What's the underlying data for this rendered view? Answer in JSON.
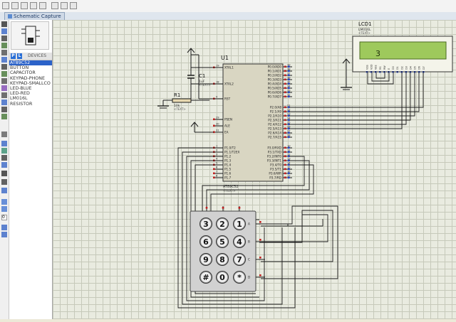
{
  "tab": {
    "title": "Schematic Capture"
  },
  "panel": {
    "p_btn": "P",
    "l_btn": "L",
    "heading": "DEVICES"
  },
  "devices": [
    "AT89C52",
    "BUTTON",
    "CAPACITOR",
    "KEYPAD-PHONE",
    "KEYPAD-SMALLCO",
    "LED-BLUE",
    "LED-RED",
    "LM016L",
    "RESISTOR"
  ],
  "tool_icons": [
    "selection-arrow-icon",
    "component-mode-icon",
    "junction-icon",
    "wire-label-icon",
    "text-script-icon",
    "bus-icon",
    "subcircuit-icon",
    "terminal-icon",
    "device-pin-icon",
    "graph-icon",
    "tape-recorder-icon",
    "generator-icon",
    "probe-icon",
    "virtual-instrument-icon",
    "line-icon",
    "box-icon",
    "circle-icon",
    "arc-icon",
    "path-icon",
    "text-icon",
    "symbol-icon",
    "marker-icon",
    "rotate-cw-icon",
    "rotate-ccw-icon",
    "angle-field-icon",
    "mirror-x-icon",
    "mirror-y-icon"
  ],
  "angle_value": "0",
  "lcd": {
    "ref": "LCD1",
    "part": "LM016L",
    "text_placeholder": "<TEXT>",
    "display": "3",
    "pins": [
      "VSS",
      "VDD",
      "VEE",
      "RS",
      "RW",
      "E",
      "D0",
      "D1",
      "D2",
      "D3",
      "D4",
      "D5",
      "D6",
      "D7"
    ],
    "pin_numbers": [
      "1",
      "2",
      "3",
      "4",
      "5",
      "6",
      "7",
      "8",
      "9",
      "10",
      "11",
      "12",
      "13",
      "14"
    ]
  },
  "mcu": {
    "ref": "U1",
    "part": "AT89C52",
    "text_placeholder": "<TEXT>",
    "left_pins": [
      {
        "num": "19",
        "name": "XTAL1"
      },
      {
        "num": "18",
        "name": "XTAL2"
      },
      {
        "num": "9",
        "name": "RST"
      },
      {
        "num": "29",
        "name": "PSEN"
      },
      {
        "num": "30",
        "name": "ALE"
      },
      {
        "num": "31",
        "name": "EA"
      },
      {
        "num": "1",
        "name": "P1.0/T2"
      },
      {
        "num": "2",
        "name": "P1.1/T2EX"
      },
      {
        "num": "3",
        "name": "P1.2"
      },
      {
        "num": "4",
        "name": "P1.3"
      },
      {
        "num": "5",
        "name": "P1.4"
      },
      {
        "num": "6",
        "name": "P1.5"
      },
      {
        "num": "7",
        "name": "P1.6"
      },
      {
        "num": "8",
        "name": "P1.7"
      }
    ],
    "right_pins": [
      {
        "num": "39",
        "name": "P0.0/AD0"
      },
      {
        "num": "38",
        "name": "P0.1/AD1"
      },
      {
        "num": "37",
        "name": "P0.2/AD2"
      },
      {
        "num": "36",
        "name": "P0.3/AD3"
      },
      {
        "num": "35",
        "name": "P0.4/AD4"
      },
      {
        "num": "34",
        "name": "P0.5/AD5"
      },
      {
        "num": "33",
        "name": "P0.6/AD6"
      },
      {
        "num": "32",
        "name": "P0.7/AD7"
      },
      {
        "num": "21",
        "name": "P2.0/A8"
      },
      {
        "num": "22",
        "name": "P2.1/A9"
      },
      {
        "num": "23",
        "name": "P2.2/A10"
      },
      {
        "num": "24",
        "name": "P2.3/A11"
      },
      {
        "num": "25",
        "name": "P2.4/A12"
      },
      {
        "num": "26",
        "name": "P2.5/A13"
      },
      {
        "num": "27",
        "name": "P2.6/A14"
      },
      {
        "num": "28",
        "name": "P2.7/A15"
      },
      {
        "num": "10",
        "name": "P3.0/RXD"
      },
      {
        "num": "11",
        "name": "P3.1/TXD"
      },
      {
        "num": "12",
        "name": "P3.2/INT0"
      },
      {
        "num": "13",
        "name": "P3.3/INT1"
      },
      {
        "num": "14",
        "name": "P3.4/T0"
      },
      {
        "num": "15",
        "name": "P3.5/T1"
      },
      {
        "num": "16",
        "name": "P3.6/WR"
      },
      {
        "num": "17",
        "name": "P3.7/RD"
      }
    ]
  },
  "capacitor": {
    "ref": "C1",
    "value": "1uF",
    "text_placeholder": "<TEXT>"
  },
  "resistor": {
    "ref": "R1",
    "value": "10k",
    "text_placeholder": "<TEXT>"
  },
  "keypad": {
    "cols": [
      "1",
      "2",
      "3"
    ],
    "rows": [
      "A",
      "B",
      "C",
      "D"
    ],
    "keys": [
      [
        "3",
        "2",
        "1"
      ],
      [
        "6",
        "5",
        "4"
      ],
      [
        "9",
        "8",
        "7"
      ],
      [
        "#",
        "0",
        "*"
      ]
    ]
  }
}
